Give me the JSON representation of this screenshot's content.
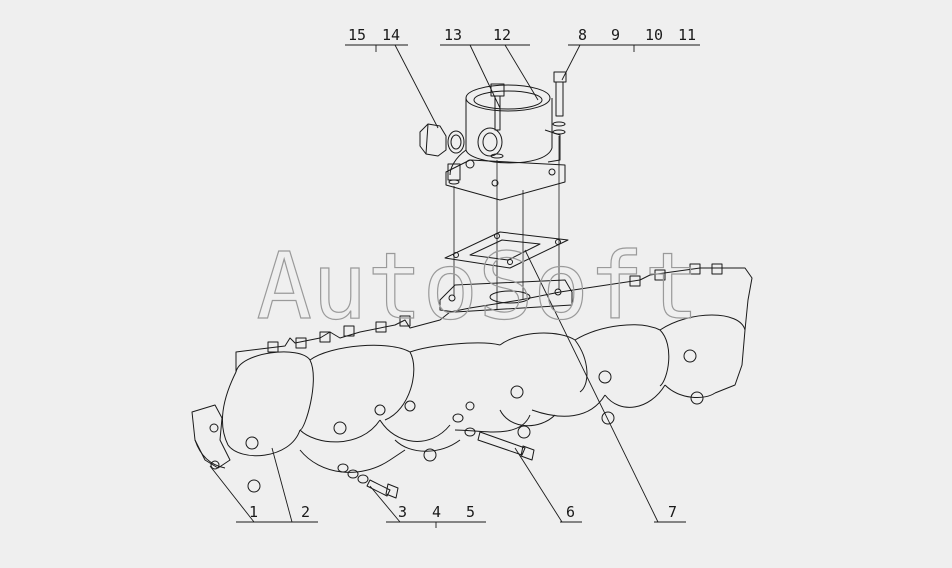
{
  "watermark": "AutoSoft",
  "colors": {
    "background": "#efefef",
    "line": "#1a1a1a",
    "watermark_stroke": "#9a9a9a"
  },
  "callouts": {
    "top_left": [
      "15",
      "14"
    ],
    "top_middle": [
      "13",
      "12"
    ],
    "top_right": [
      "8",
      "9",
      "10",
      "11"
    ],
    "bottom_left": [
      "1",
      "2"
    ],
    "bottom_middle": [
      "3",
      "4",
      "5"
    ],
    "bottom_6": "6",
    "bottom_7": "7"
  }
}
